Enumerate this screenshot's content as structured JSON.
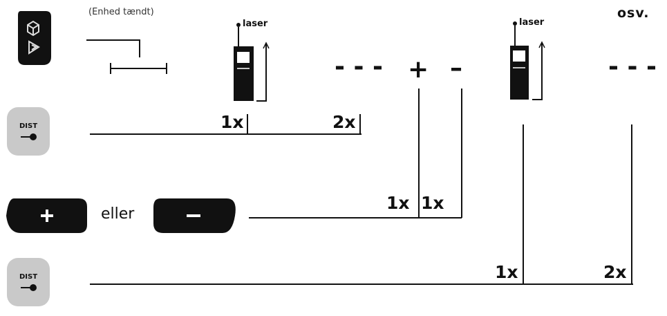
{
  "header": {
    "device_state": "(Enhed tændt)",
    "etc": "osv."
  },
  "buttons": {
    "dist_label": "DIST",
    "or_label": "eller"
  },
  "markers": {
    "laser": "laser",
    "plus": "+",
    "minus": "–",
    "dashes": "- - -"
  },
  "counts": {
    "row1_first": "1x",
    "row1_second": "2x",
    "row2_plus": "1x",
    "row2_minus": "1x",
    "row3_first": "1x",
    "row3_second": "2x"
  }
}
